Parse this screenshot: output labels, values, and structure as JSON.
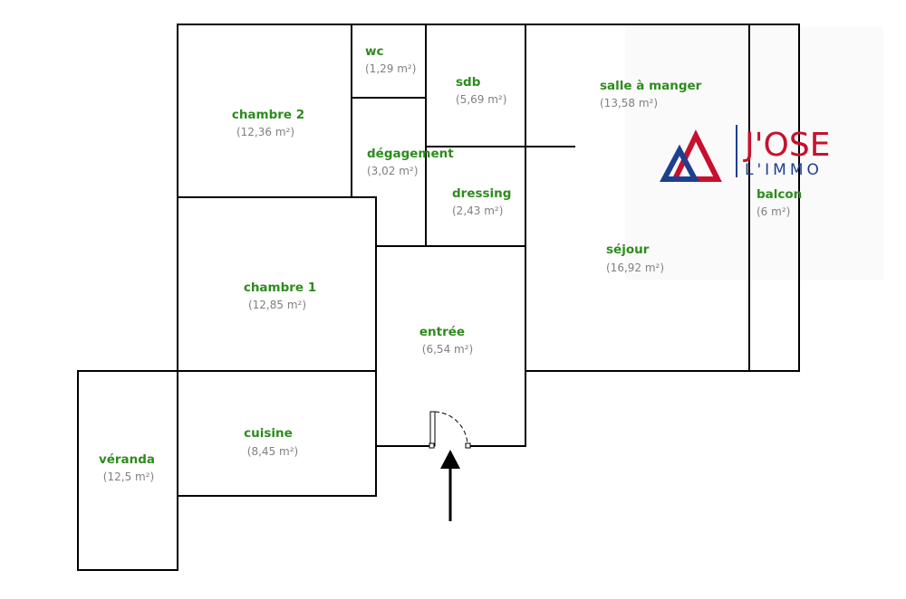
{
  "rooms": {
    "chambre2": {
      "name": "chambre 2",
      "area": "(12,36 m²)"
    },
    "wc": {
      "name": "wc",
      "area": "(1,29 m²)"
    },
    "sdb": {
      "name": "sdb",
      "area": "(5,69 m²)"
    },
    "salle_a_manger": {
      "name": "salle à manger",
      "area": "(13,58 m²)"
    },
    "degagement": {
      "name": "dégagement",
      "area": "(3,02 m²)"
    },
    "dressing": {
      "name": "dressing",
      "area": "(2,43 m²)"
    },
    "balcon": {
      "name": "balcon",
      "area": "(6 m²)"
    },
    "sejour": {
      "name": "séjour",
      "area": "(16,92 m²)"
    },
    "chambre1": {
      "name": "chambre 1",
      "area": "(12,85 m²)"
    },
    "entree": {
      "name": "entrée",
      "area": "(6,54 m²)"
    },
    "cuisine": {
      "name": "cuisine",
      "area": "(8,45 m²)"
    },
    "veranda": {
      "name": "véranda",
      "area": "(12,5 m²)"
    }
  },
  "logo": {
    "line1": "J'OSE",
    "line2": "L'IMMO"
  },
  "colors": {
    "room_name": "#2e8b1e",
    "room_area": "#808080",
    "logo_red": "#c8102e",
    "logo_blue": "#1e3f8f"
  }
}
